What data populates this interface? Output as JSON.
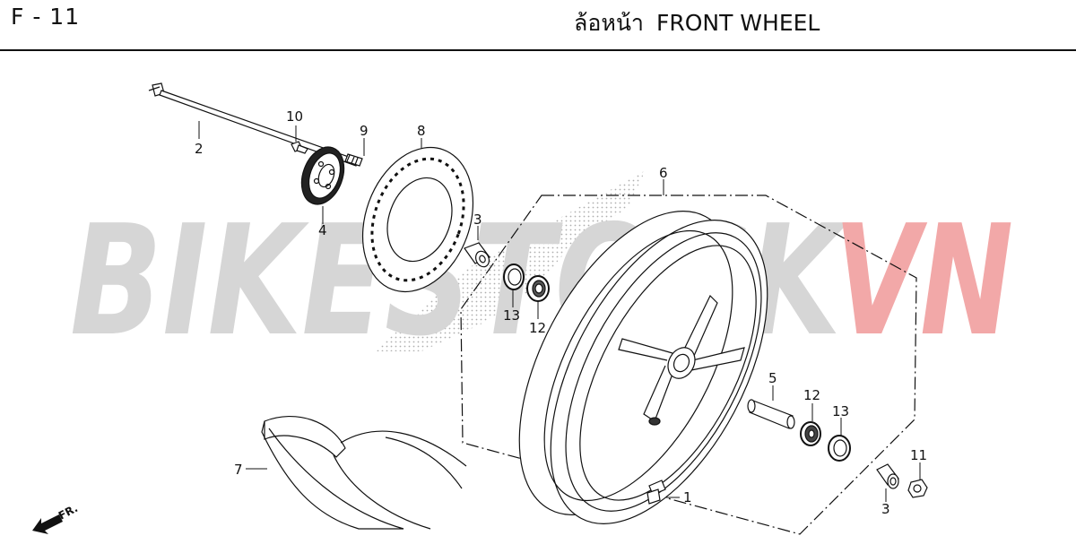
{
  "header": {
    "page_code": "F - 11",
    "title_thai": "ล้อหน้า",
    "title_english": "FRONT WHEEL"
  },
  "watermark": {
    "brand": "BIKESTOCK",
    "suffix": "VN",
    "colors": {
      "brand": "#d4d4d4",
      "suffix": "#f0a9a9"
    }
  },
  "direction_indicator": {
    "label": "FR."
  },
  "callouts": {
    "c1": "1",
    "c2": "2",
    "c3a": "3",
    "c3b": "3",
    "c4": "4",
    "c5": "5",
    "c6": "6",
    "c7": "7",
    "c8": "8",
    "c9": "9",
    "c10": "10",
    "c11": "11",
    "c12a": "12",
    "c12b": "12",
    "c13a": "13",
    "c13b": "13"
  }
}
